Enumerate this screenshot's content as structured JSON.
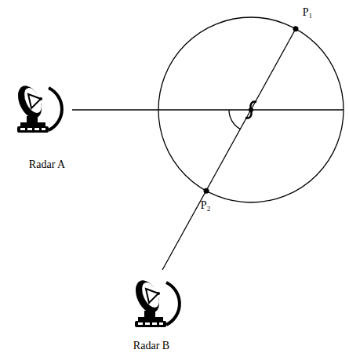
{
  "diagram": {
    "labels": [
      "Radar A",
      "Radar B",
      "P₁",
      "P₂"
    ]
  }
}
